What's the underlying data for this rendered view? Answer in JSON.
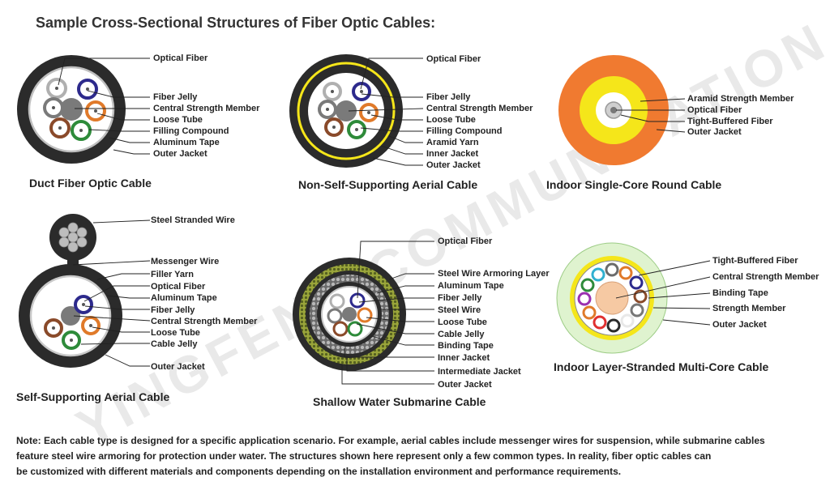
{
  "title": "Sample Cross-Sectional Structures of Fiber Optic Cables:",
  "watermark": "YINGFENG COMMUNICATION",
  "colors": {
    "jacket": "#2b2b2b",
    "tape": "#c9c9c9",
    "tube_blue": "#2d2a8c",
    "tube_orange": "#e07a2a",
    "tube_green": "#2e8b3a",
    "tube_brown": "#8a4a2a",
    "tube_gray": "#7a7a7a",
    "aramid_yellow": "#f5e61a",
    "outer_orange": "#f07a30",
    "light_green": "#dff3cf"
  },
  "cables": {
    "duct": {
      "caption": "Duct Fiber Optic Cable",
      "labels": [
        "Optical Fiber",
        "Fiber Jelly",
        "Central Strength Member",
        "Loose Tube",
        "Filling Compound",
        "Aluminum Tape",
        "Outer Jacket"
      ]
    },
    "aerial_ns": {
      "caption": "Non-Self-Supporting Aerial Cable",
      "labels": [
        "Optical Fiber",
        "Fiber Jelly",
        "Central Strength Member",
        "Loose Tube",
        "Filling Compound",
        "Aramid Yarn",
        "Inner Jacket",
        "Outer Jacket"
      ]
    },
    "indoor_single": {
      "caption": "Indoor Single-Core Round Cable",
      "labels": [
        "Aramid Strength Member",
        "Optical Fiber",
        "Tight-Buffered Fiber",
        "Outer Jacket"
      ]
    },
    "self_supporting": {
      "caption": "Self-Supporting Aerial Cable",
      "labels": [
        "Steel Stranded Wire",
        "Messenger Wire",
        "Filler Yarn",
        "Optical Fiber",
        "Aluminum Tape",
        "Fiber Jelly",
        "Central Strength Member",
        "Loose Tube",
        "Cable Jelly",
        "Outer Jacket"
      ]
    },
    "submarine": {
      "caption": "Shallow Water Submarine Cable",
      "labels": [
        "Optical Fiber",
        "Steel Wire Armoring Layer",
        "Aluminum Tape",
        "Fiber Jelly",
        "Steel Wire",
        "Loose Tube",
        "Cable Jelly",
        "Binding Tape",
        "Inner Jacket",
        "Intermediate Jacket",
        "Outer Jacket"
      ]
    },
    "indoor_multi": {
      "caption": "Indoor Layer-Stranded Multi-Core Cable",
      "labels": [
        "Tight-Buffered Fiber",
        "Central Strength Member",
        "Binding Tape",
        "Strength Member",
        "Outer Jacket"
      ]
    }
  },
  "note": {
    "lines": [
      "Note: Each cable type is designed for a specific application scenario. For example, aerial cables include messenger wires for suspension, while submarine cables",
      "feature steel wire armoring for protection under water. The structures shown here represent only a few common types. In reality, fiber optic cables can",
      "be customized with different materials and components depending on the installation environment and performance requirements."
    ]
  }
}
